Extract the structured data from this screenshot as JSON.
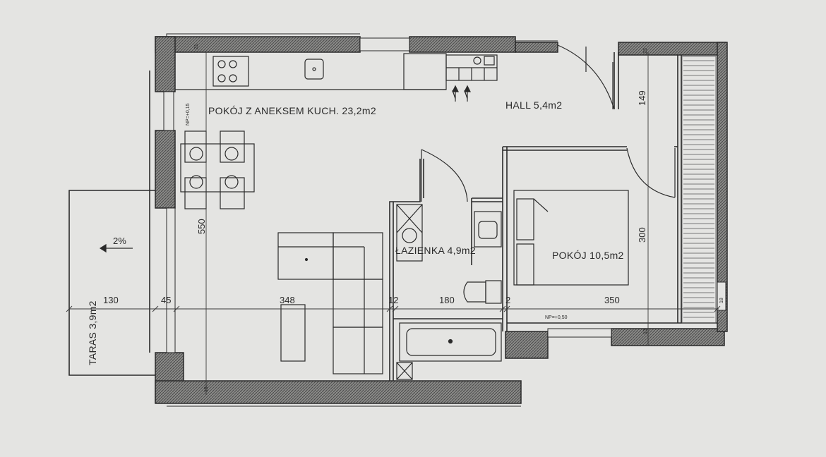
{
  "rooms": {
    "living": "POKÓJ Z ANEKSEM KUCH. 23,2m2",
    "hall": "HALL 5,4m2",
    "bathroom": "ŁAZIENKA 4,9m2",
    "bedroom": "POKÓJ 10,5m2",
    "terrace": "TARAS 3,9m2"
  },
  "dimensions": {
    "terrace_width": "130",
    "wall_45": "45",
    "living_width": "348",
    "wall_12": "12",
    "bath_width": "180",
    "wall_2": "2",
    "bedroom_width": "350",
    "living_height": "550",
    "hall_height": "149",
    "bedroom_height": "300",
    "wall_23": "23",
    "wall_13": "13",
    "wall_18": "18",
    "wall_21": "21",
    "wall_15": "15"
  },
  "levels": {
    "living": "NP=+0,15",
    "bedroom": "NP=+0,50"
  },
  "slope": "2%"
}
